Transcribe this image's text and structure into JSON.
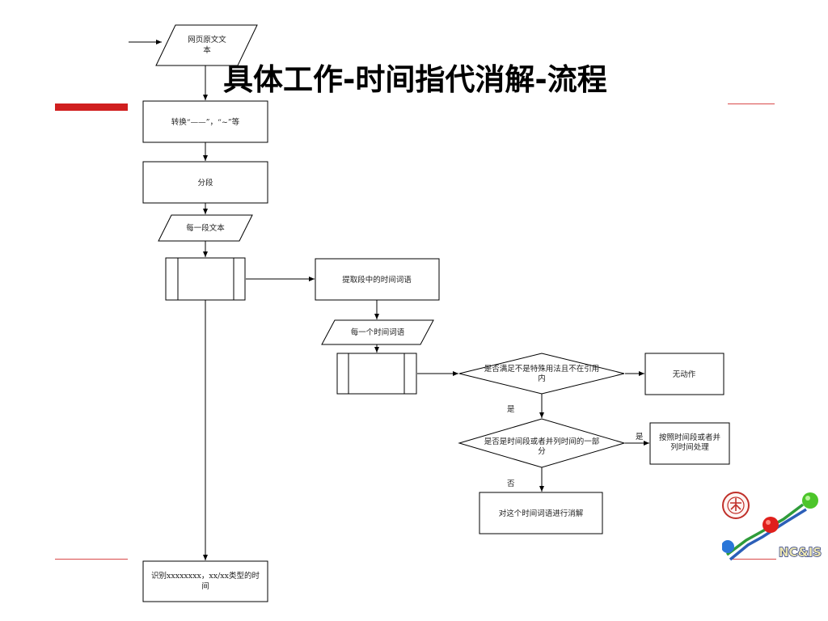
{
  "slide": {
    "title": "具体工作-时间指代消解-流程"
  },
  "flowchart": {
    "nodes": {
      "source_text": [
        "网页原文文",
        "本"
      ],
      "convert": [
        "转换“——”，“~”等"
      ],
      "segment": [
        "分段"
      ],
      "each_paragraph": [
        "每一段文本"
      ],
      "loop1": [],
      "extract": [
        "提取段中的时间词语"
      ],
      "each_time_word": [
        "每一个时间词语"
      ],
      "loop2": [],
      "decision1": [
        "是否满足不是特殊用法且不在引用",
        "内"
      ],
      "no_action": [
        "无动作"
      ],
      "decision2": [
        "是否是时间段或者并列时间的一部",
        "分"
      ],
      "period_process": [
        "按照时间段或者并",
        "列时间处理"
      ],
      "resolve": [
        "对这个时间词语进行消解"
      ],
      "recognize": [
        "识别xxxxxxxx，xx/xx类型的时",
        "间"
      ]
    },
    "edge_labels": {
      "d1_yes": "是",
      "d2_yes": "是",
      "d2_no": "否"
    }
  },
  "logo": {
    "text": "NC&IS",
    "colors": {
      "red_ball": "#e0201c",
      "green_ball": "#4cc52a",
      "blue_ball": "#2a76d8",
      "line_green": "#2f9c3a",
      "line_blue": "#2c5fb8",
      "text_fill": "#e8e2b0",
      "seal": "#c0302a"
    }
  }
}
